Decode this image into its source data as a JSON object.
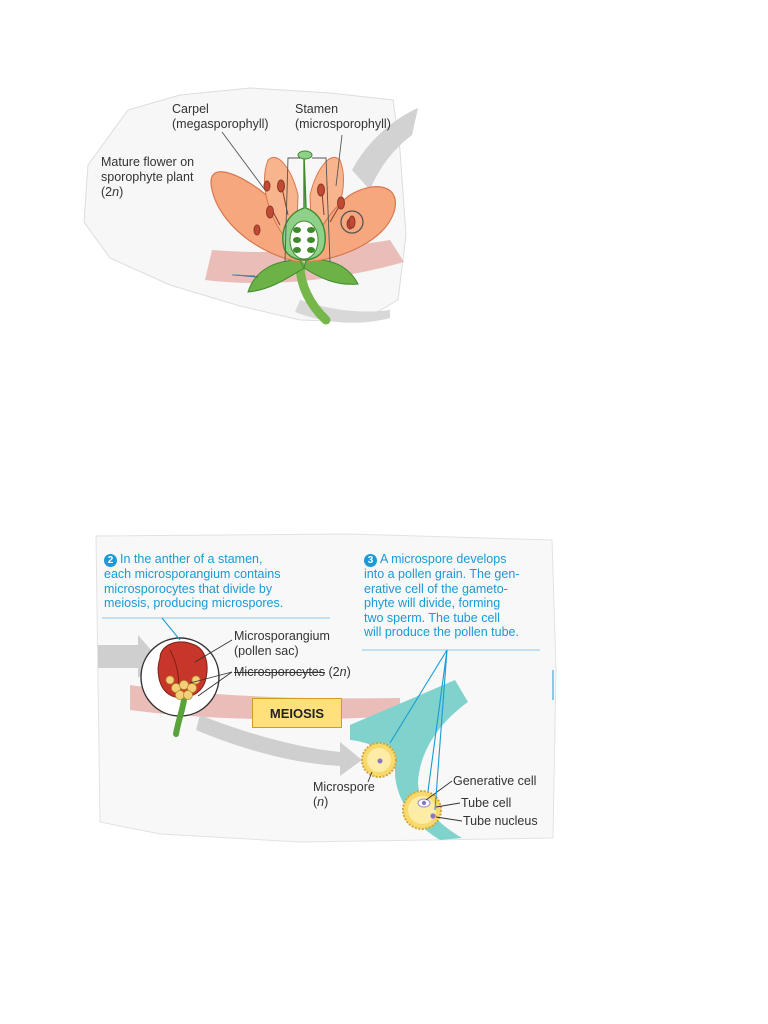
{
  "top_panel": {
    "carpel_label": "Carpel",
    "carpel_sub": "(megasporophyll)",
    "stamen_label": "Stamen",
    "stamen_sub": "(microsporophyll)",
    "flower_line1": "Mature flower on",
    "flower_line2": "sporophyte plant",
    "flower_ploidy_open": "(2",
    "flower_ploidy_n": "n",
    "flower_ploidy_close": ")"
  },
  "bottom_panel": {
    "step2_number": "2",
    "step2_lines": [
      "In the anther of a stamen,",
      "each microsporangium contains",
      "microsporocytes that divide by",
      "meiosis, producing microspores."
    ],
    "step3_number": "3",
    "step3_lines": [
      "A microspore develops",
      "into a pollen grain. The gen-",
      "erative cell of the gameto-",
      "phyte will divide, forming",
      "two sperm. The tube cell",
      "will produce the pollen tube."
    ],
    "microsporangium_label": "Microsporangium",
    "microsporangium_sub": "(pollen sac)",
    "microsporocytes_label": "Microsporocytes",
    "microsporocytes_ploidy_open": "(2",
    "microsporocytes_ploidy_n": "n",
    "microsporocytes_ploidy_close": ")",
    "meiosis_label": "MEIOSIS",
    "microspore_label": "Microspore",
    "microspore_ploidy_open": "(",
    "microspore_ploidy_n": "n",
    "microspore_ploidy_close": ")",
    "generative_cell_label": "Generative cell",
    "tube_cell_label": "Tube cell",
    "tube_nucleus_label": "Tube nucleus"
  },
  "colors": {
    "accent_text": "#1a9ad6",
    "petal": "#f6a77d",
    "teal_band": "#7fd3cc",
    "pink_band": "#e8b3ae",
    "meiosis_box": "#ffe07a"
  }
}
